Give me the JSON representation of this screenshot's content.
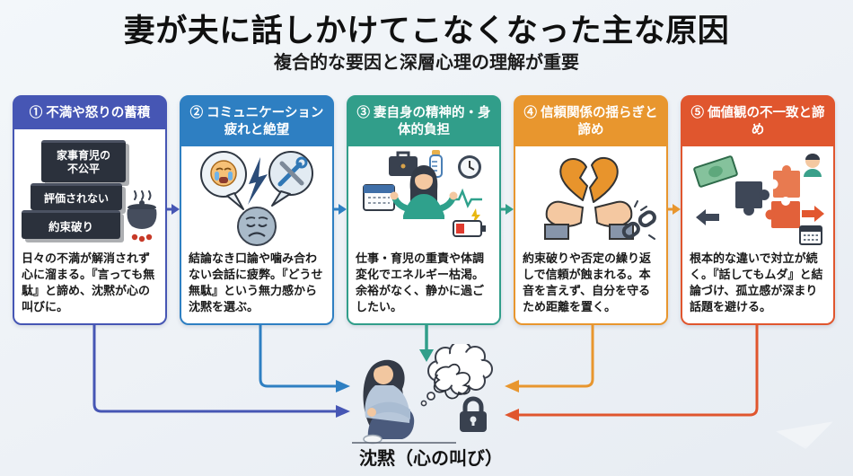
{
  "palette": {
    "c1": "#4656b4",
    "c2": "#2e7fc2",
    "c3": "#319e8a",
    "c4": "#e8962e",
    "c5": "#e0562e",
    "background": "#eef2f6",
    "card_background": "#ffffff",
    "text": "#1a1a1a"
  },
  "header": {
    "title": "妻が夫に話しかけてこなくなった主な原因",
    "subtitle": "複合的な要因と深層心理の理解が重要"
  },
  "cards": [
    {
      "title": "① 不満や怒りの蓄積",
      "color": "#4656b4",
      "icon": "stacked-grievance-blocks-and-boiling-pot-icon",
      "blocks": [
        "家事育児の\n不公平",
        "評価されない",
        "約束破り"
      ],
      "body": "日々の不満が解消されず心に溜まる。『言っても無駄』と諦め、沈黙が心の叫びに。"
    },
    {
      "title": "② コミュニケーション疲れと絶望",
      "color": "#2e7fc2",
      "icon": "argument-speech-bubbles-and-weary-face-icon",
      "body": "結論なき口論や噛み合わない会話に疲弊。『どうせ無駄』という無力感から沈黙を選ぶ。"
    },
    {
      "title": "③ 妻自身の精神的・身体的負担",
      "color": "#319e8a",
      "icon": "overloaded-woman-tasks-and-empty-battery-icon",
      "body": "仕事・育児の重責や体調変化でエネルギー枯渇。余裕がなく、静かに過ごしたい。"
    },
    {
      "title": "④ 信頼関係の揺らぎと諦め",
      "color": "#e8962e",
      "icon": "hands-holding-broken-heart-and-broken-chain-icon",
      "body": "約束破りや否定の繰り返しで信頼が蝕まれる。本音を言えず、自分を守るため距離を置く。"
    },
    {
      "title": "⑤ 価値観の不一致と諦め",
      "color": "#e0562e",
      "icon": "mismatched-puzzle-money-and-diverging-arrows-icon",
      "body": "根本的な違いで対立が続く。『話してもムダ』と結論づけ、孤立感が深まり話題を避ける。"
    }
  ],
  "center": {
    "label": "沈黙（心の叫び）",
    "icon": "sitting-woman-tangled-thoughts-and-lock-icon"
  },
  "flows": [
    {
      "from": "card-1",
      "to": "card-2"
    },
    {
      "from": "card-2",
      "to": "card-3"
    },
    {
      "from": "card-3",
      "to": "card-4"
    },
    {
      "from": "card-4",
      "to": "card-5"
    },
    {
      "from": "card-1",
      "to": "silence-figure"
    },
    {
      "from": "card-2",
      "to": "silence-figure"
    },
    {
      "from": "card-3",
      "to": "silence-figure"
    },
    {
      "from": "card-4",
      "to": "silence-figure"
    },
    {
      "from": "card-5",
      "to": "silence-figure"
    }
  ]
}
